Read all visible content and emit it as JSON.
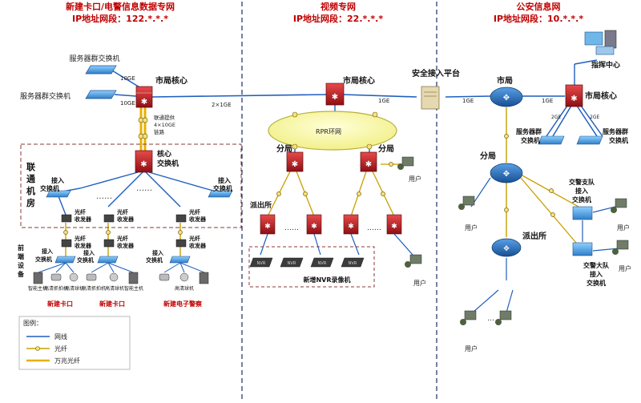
{
  "sections": {
    "left": {
      "title": "新建卡口/电警信息数据专网",
      "ip": "IP地址网段：122.*.*.*"
    },
    "middle": {
      "title": "视频专网",
      "ip": "IP地址网段：22.*.*.*"
    },
    "right": {
      "title": "公安信息网",
      "ip": "IP地址网段：10.*.*.*"
    }
  },
  "left": {
    "server_switch_1": "服务器群交换机",
    "server_switch_2": "服务器群交换机",
    "link_10ge_1": "10GE",
    "link_10ge_2": "10GE",
    "core": "市局核心",
    "link_2x1ge": "2×1GE",
    "unicom_line": [
      "联通提供",
      "4×10GE",
      "链路"
    ],
    "core_switch": [
      "核心",
      "交换机"
    ],
    "room": [
      "联",
      "通",
      "机",
      "房"
    ],
    "access_switch_left": [
      "接入",
      "交换机"
    ],
    "access_switch_right": [
      "接入",
      "交换机"
    ],
    "transceiver": [
      "光纤",
      "收发器"
    ],
    "frontend": [
      "前",
      "端",
      "设",
      "备"
    ],
    "access_switch_small": [
      "接入",
      "交换机"
    ],
    "devices": [
      "智能主机",
      "高清抓拍机",
      "高清球机",
      "高清抓拍机",
      "高清球机",
      "智能主机",
      "高清球机"
    ],
    "groups": [
      "新建卡口",
      "新建卡口",
      "新建电子警察"
    ]
  },
  "middle": {
    "core": "市局核心",
    "ring": "RPR环网",
    "branch_left": "分局",
    "branch_right": "分局",
    "station": "派出所",
    "user": "用户",
    "nvr": [
      "NVR",
      "NVR",
      "NVR",
      "NVR"
    ],
    "nvr_box": "新增NVR录像机"
  },
  "right": {
    "platform": "安全接入平台",
    "link_1ge_a": "1GE",
    "link_1ge_b": "1GE",
    "link_1ge_c": "1GE",
    "city": "市局",
    "core": "市局核心",
    "command": "指挥中心",
    "link_2ge_a": "2GE",
    "link_2ge_b": "2GE",
    "server_switch_a": [
      "服务器群",
      "交换机"
    ],
    "server_switch_b": [
      "服务器群",
      "交换机"
    ],
    "branch": "分局",
    "station": "派出所",
    "traffic_branch": [
      "交警支队",
      "接入",
      "交换机"
    ],
    "traffic_team": [
      "交警大队",
      "接入",
      "交换机"
    ],
    "user": "用户"
  },
  "legend": {
    "title": "图例：",
    "items": [
      "网线",
      "光纤",
      "万兆光纤"
    ]
  },
  "colors": {
    "title_red": "#c00000",
    "net_line": "#1f5fbf",
    "fiber": "#c8a000",
    "fiber10g": "#e8b000",
    "router": "#1f6db5",
    "switch_red": "#c8161d",
    "dashed": "#1a2e66",
    "room_border": "#8b3a3a"
  }
}
